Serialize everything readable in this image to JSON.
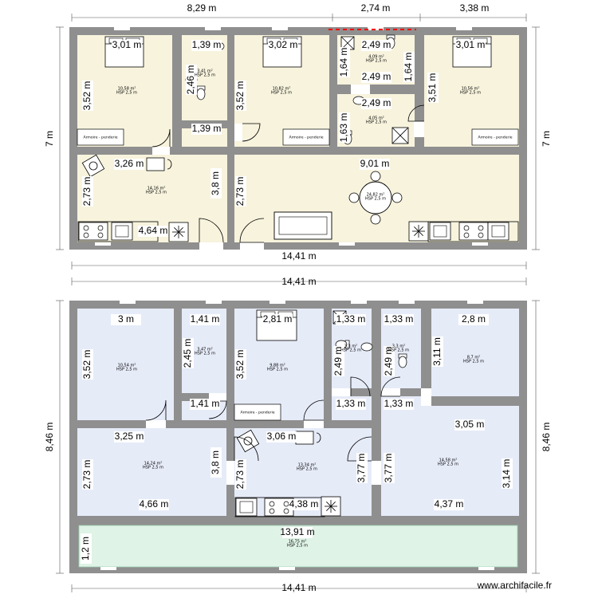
{
  "colors": {
    "wall": "#8f8f8f",
    "room_top": "#f7f3dd",
    "room_bottom": "#e6ebf8",
    "room_strip": "#dff3e6",
    "line": "#000000",
    "door_marker": "#ff0000"
  },
  "top_plan": {
    "dims_top": [
      "8,29 m",
      "2,74 m",
      "3,38 m"
    ],
    "dim_left": "7 m",
    "dim_right": "7 m",
    "dim_bottom": "14,41 m",
    "labels": [
      "3,01 m",
      "1,39 m",
      "3,02 m",
      "2,49 m",
      "3,01 m",
      "1,64 m",
      "1,64 m",
      "2,49 m",
      "2,49 m",
      "3,52 m",
      "2,46 m",
      "3,52 m",
      "3,51 m",
      "1,63 m",
      "1,39 m",
      "3,26 m",
      "9,01 m",
      "2,73 m",
      "3,8 m",
      "2,73 m",
      "4,64 m"
    ],
    "room_texts": [
      [
        "10,58 m²",
        "HSP 2,5 m"
      ],
      [
        "3,41 m²",
        "HSP 2,5 m"
      ],
      [
        "10,82 m²",
        "HSP 2,5 m"
      ],
      [
        "4,09 m²",
        "HSP 2,5 m"
      ],
      [
        "10,56 m²",
        "HSP 2,5 m"
      ],
      [
        "4,05 m²",
        "HSP 2,5 m"
      ],
      [
        "14,16 m²",
        "HSP 2,5 m"
      ],
      [
        "24,82 m²",
        "HSP 2,5 m"
      ]
    ],
    "armoires": [
      "Armoire - penderie",
      "Armoire - penderie",
      "Armoire - penderie"
    ]
  },
  "bottom_plan": {
    "dim_top": "14,41 m",
    "dim_left": "8,46 m",
    "dim_right": "8,46 m",
    "dim_bottom": "14,41 m",
    "labels": [
      "3 m",
      "1,41 m",
      "2,81 m",
      "1,33 m",
      "1,33 m",
      "2,8 m",
      "3,52 m",
      "2,45 m",
      "3,52 m",
      "2,49 m",
      "2,49 m",
      "3,11 m",
      "1,41 m",
      "1,33 m",
      "1,33 m",
      "3,25 m",
      "3,06 m",
      "3,05 m",
      "2,73 m",
      "3,8 m",
      "2,73 m",
      "3,77 m",
      "3,77 m",
      "3,14 m",
      "4,66 m",
      "4,38 m",
      "4,37 m",
      "13,91 m",
      "1,2 m"
    ],
    "room_texts": [
      [
        "10,54 m²",
        "HSP 2,5 m"
      ],
      [
        "3,47 m²",
        "HSP 2,5 m"
      ],
      [
        "9,88 m²",
        "HSP 2,5 m"
      ],
      [
        "3,3 m²",
        "HSP 2,5 m"
      ],
      [
        "3,3 m²",
        "HSP 2,5 m"
      ],
      [
        "8,7 m²",
        "HSP 2,5 m"
      ],
      [
        "14,24 m²",
        "HSP 2,5 m"
      ],
      [
        "13,34 m²",
        "HSP 2,5 m"
      ],
      [
        "14,58 m²",
        "HSP 2,5 m"
      ],
      [
        "16,75 m²",
        "HSP 2,5 m"
      ]
    ],
    "armoires": [
      "Armoire - penderie"
    ]
  },
  "footer": {
    "text": "www.archifacile.fr"
  }
}
